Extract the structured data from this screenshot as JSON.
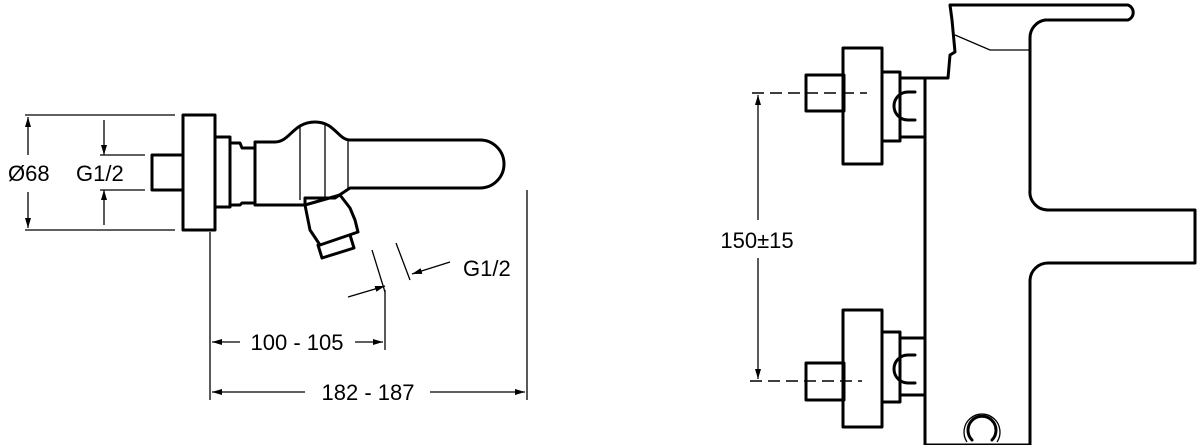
{
  "side_view": {
    "flange_diameter": "Ø68",
    "inlet_thread": "G1/2",
    "outlet_thread": "G1/2",
    "outlet_distance": "100 - 105",
    "overall_depth": "182 - 187"
  },
  "front_view": {
    "inlet_spacing": "150±15"
  }
}
